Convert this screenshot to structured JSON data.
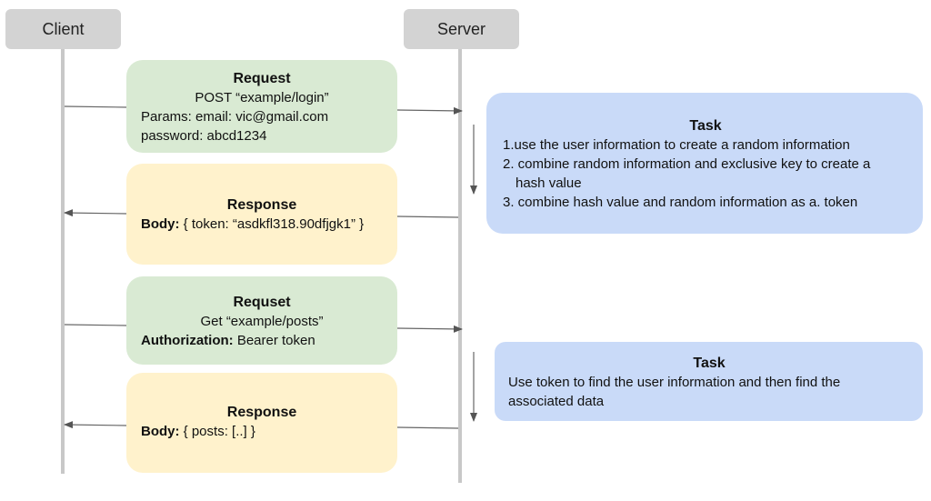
{
  "actors": {
    "client": "Client",
    "server": "Server"
  },
  "messages": [
    {
      "kind": "request",
      "title": "Request",
      "line1": "POST “example/login”",
      "line2": "Params: email: vic@gmail.com",
      "line3": "password: abcd1234"
    },
    {
      "kind": "response",
      "title": "Response",
      "body_label": "Body:",
      "body_value": " { token: “asdkfl318.90dfjgk1” }"
    },
    {
      "kind": "request",
      "title": "Requset",
      "line1": "Get “example/posts”",
      "auth_label": "Authorization:",
      "auth_value": " Bearer token"
    },
    {
      "kind": "response",
      "title": "Response",
      "body_label": "Body:",
      "body_value": " { posts: [..] }"
    }
  ],
  "tasks": [
    {
      "title": "Task",
      "items": [
        "1.use the user information to create a random information",
        "2. combine random information and exclusive key to create a",
        "hash value",
        "3. combine hash value and random information as a. token"
      ]
    },
    {
      "title": "Task",
      "text_line1": "Use token to find the user information and then find the",
      "text_line2": "associated data"
    }
  ],
  "colors": {
    "request": "#d9ead3",
    "response": "#fff2cc",
    "task": "#c9daf8",
    "actor": "#d3d3d3",
    "lifeline": "#c8c8c8",
    "arrow": "#555555"
  }
}
